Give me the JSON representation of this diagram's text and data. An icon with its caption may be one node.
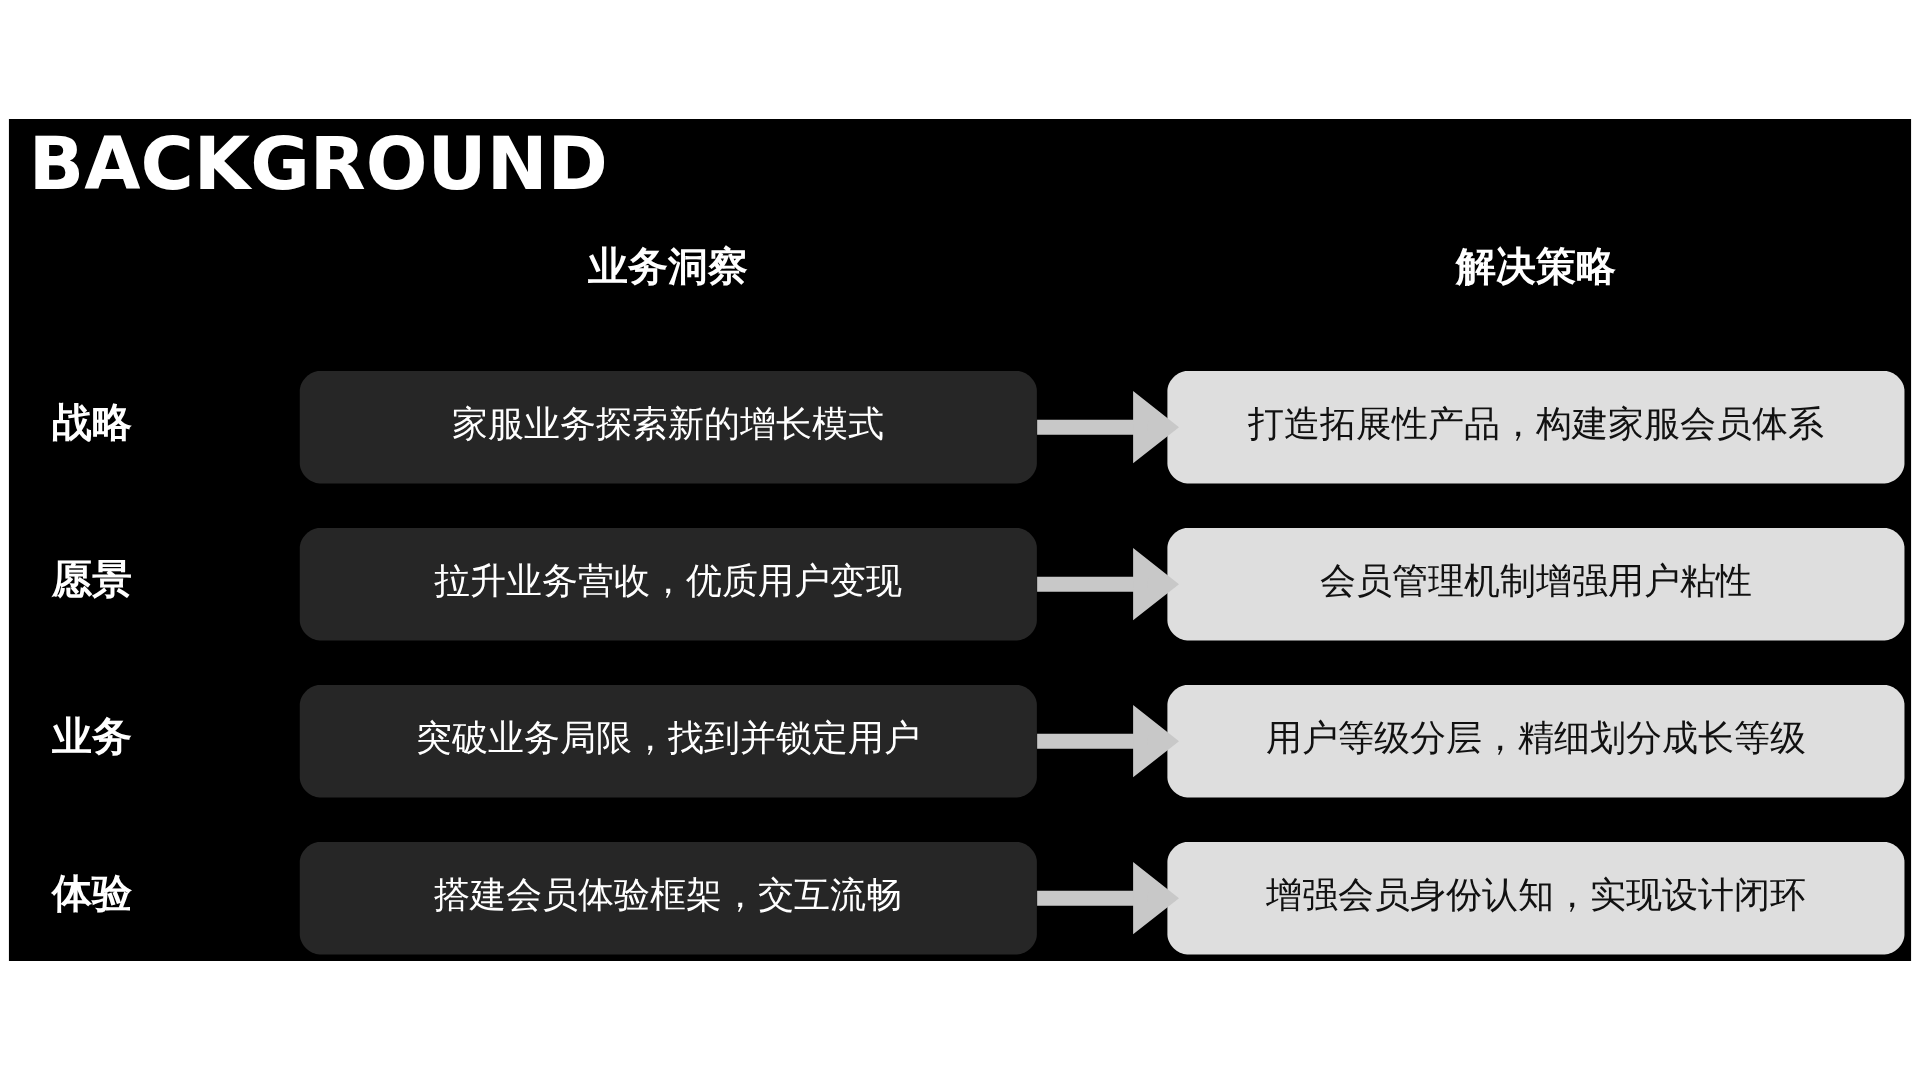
{
  "diagram": {
    "title": "BACKGROUND",
    "nodes": [
      {
        "text": [
          "家服业务探索新的增长模式"
        ]
      },
      {
        "text": [
          "打造拓展性产品，构建家服会员体系"
        ]
      },
      {
        "text": [
          "拉升业务营收，优质用户变现"
        ]
      },
      {
        "text": [
          "会员管理机制增强用户粘性"
        ]
      },
      {
        "text": [
          "突破业务局限，找到并锁定用户"
        ]
      },
      {
        "text": [
          "用户等级分层，精细划分成长等级"
        ]
      },
      {
        "text": [
          "搭建会员体验框架，交互流畅"
        ]
      },
      {
        "text": [
          "增强会员身份认知，实现设计闭环"
        ]
      }
    ],
    "edges": [
      {
        "from": 0,
        "to": 1,
        "arrow": "to"
      },
      {
        "from": 2,
        "to": 3,
        "arrow": "to"
      },
      {
        "from": 4,
        "to": 5,
        "arrow": "to"
      },
      {
        "from": 6,
        "to": 7,
        "arrow": "to"
      }
    ],
    "labels": [
      "业务洞察",
      "解决策略",
      "战略",
      "愿景",
      "业务",
      "体验"
    ]
  }
}
